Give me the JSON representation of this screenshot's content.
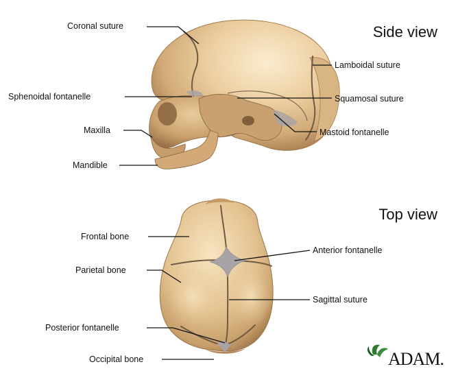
{
  "views": {
    "side": "Side view",
    "top": "Top view"
  },
  "labels": {
    "coronal_suture": "Coronal suture",
    "lamboidal_suture": "Lamboidal suture",
    "sphenoidal_fontanelle": "Sphenoidal fontanelle",
    "squamosal_suture": "Squamosal suture",
    "maxilla": "Maxilla",
    "mastoid_fontanelle": "Mastoid fontanelle",
    "mandible": "Mandible",
    "frontal_bone": "Frontal bone",
    "anterior_fontanelle": "Anterior fontanelle",
    "parietal_bone": "Parietal bone",
    "sagittal_suture": "Sagittal suture",
    "posterior_fontanelle": "Posterior fontanelle",
    "occipital_bone": "Occipital bone"
  },
  "brand": {
    "name": "ADAM."
  },
  "colors": {
    "bone_light": "#f3dcb4",
    "bone_mid": "#dcb888",
    "bone_dark": "#b48a5c",
    "suture": "#6f5a44",
    "fontanelle": "#a7a3a6",
    "logo_leaf": "#2e7d32"
  }
}
